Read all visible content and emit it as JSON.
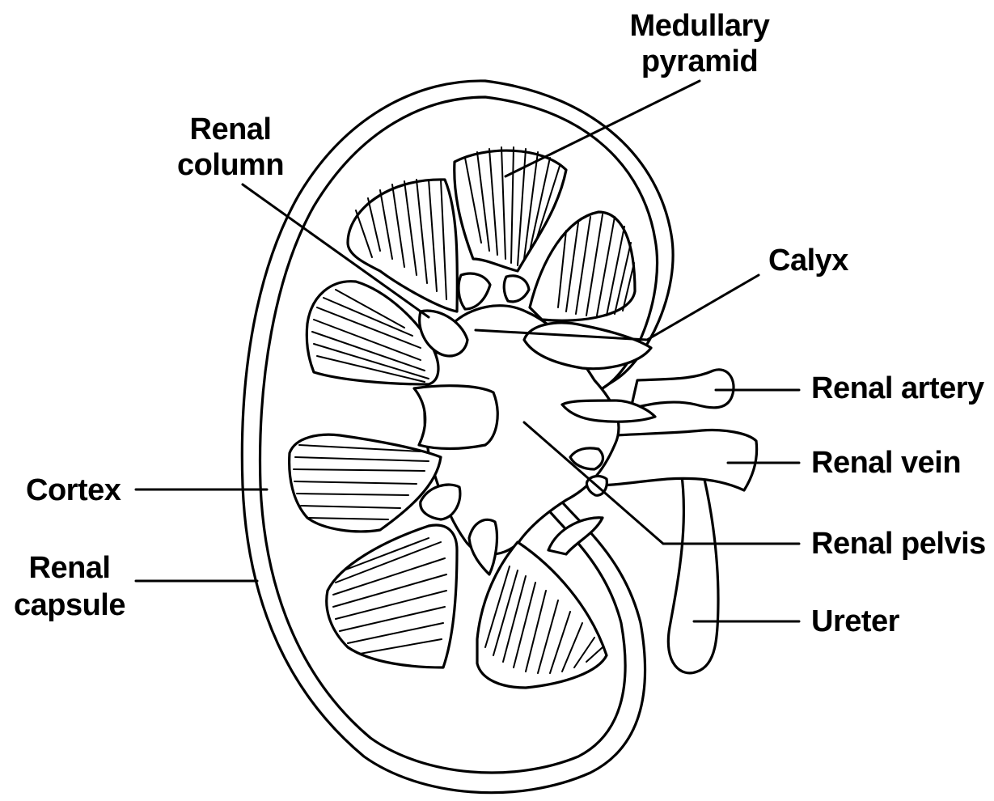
{
  "labels": {
    "medullary_pyramid": [
      "Medullary",
      "pyramid"
    ],
    "renal_column": [
      "Renal",
      "column"
    ],
    "calyx": "Calyx",
    "renal_artery": "Renal artery",
    "renal_vein": "Renal vein",
    "cortex": "Cortex",
    "renal_pelvis": "Renal pelvis",
    "renal_capsule": [
      "Renal",
      "capsule"
    ],
    "ureter": "Ureter"
  },
  "colors": {
    "ink": "#000000",
    "background": "#ffffff"
  }
}
